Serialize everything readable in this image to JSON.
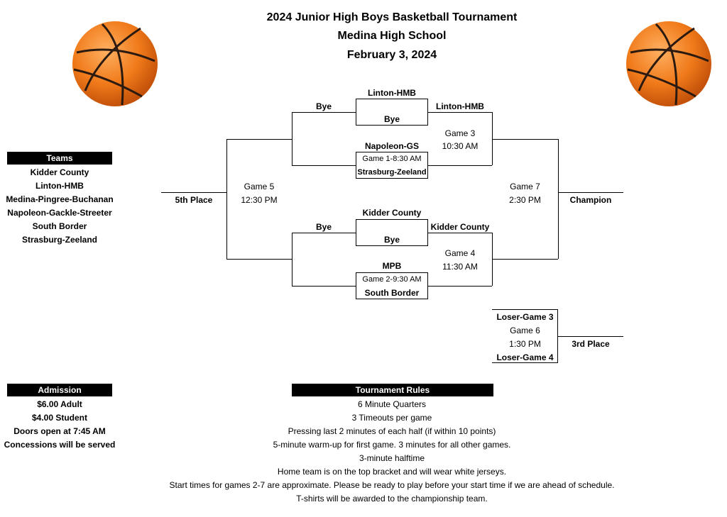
{
  "header": {
    "line1": "2024 Junior High Boys Basketball Tournament",
    "line2": "Medina High School",
    "line3": "February 3, 2024"
  },
  "teams": {
    "heading": "Teams",
    "list": [
      "Kidder County",
      "Linton-HMB",
      "Medina-Pingree-Buchanan",
      "Napoleon-Gackle-Streeter",
      "South Border",
      "Strasburg-Zeeland"
    ]
  },
  "admission": {
    "heading": "Admission",
    "items": [
      "$6.00 Adult",
      "$4.00 Student",
      "Doors open at 7:45 AM",
      "Concessions will be served"
    ]
  },
  "rules": {
    "heading": "Tournament Rules",
    "items": [
      "6 Minute Quarters",
      "3 Timeouts per game",
      "Pressing last 2 minutes of each half (if within 10 points)",
      "5-minute warm-up for first game. 3 minutes for all other games.",
      "3-minute halftime",
      "Home team is on the top bracket and will wear white jerseys.",
      "Start times for games 2-7 are approximate. Please be ready to play before your start time if we are ahead of schedule.",
      "T-shirts will be awarded to the championship team."
    ]
  },
  "bracket": {
    "g_top_bye_team": "Linton-HMB",
    "g_top_bye_opp": "Bye",
    "g_top_bye_left": "Bye",
    "g1_team1": "Napoleon-GS",
    "g1_time": "Game 1-8:30 AM",
    "g1_team2": "Strasburg-Zeeland",
    "g3_team": "Linton-HMB",
    "g3_label": "Game 3",
    "g3_time": "10:30 AM",
    "g_bot_bye_team": "Kidder County",
    "g_bot_bye_opp": "Bye",
    "g_bot_bye_left": "Bye",
    "g2_team1": "MPB",
    "g2_time": "Game 2-9:30 AM",
    "g2_team2": "South Border",
    "g4_team": "Kidder County",
    "g4_label": "Game 4",
    "g4_time": "11:30 AM",
    "g5_label": "Game 5",
    "g5_time": "12:30 PM",
    "g5_result": "5th Place",
    "g7_label": "Game 7",
    "g7_time": "2:30 PM",
    "g7_result": "Champion",
    "g6_team1": "Loser-Game 3",
    "g6_label": "Game 6",
    "g6_time": "1:30 PM",
    "g6_team2": "Loser-Game 4",
    "g6_result": "3rd Place"
  },
  "colors": {
    "ball": "#f07a1a",
    "header_bg": "#000000"
  },
  "icons": {
    "left": "basketball-icon",
    "right": "basketball-icon"
  }
}
